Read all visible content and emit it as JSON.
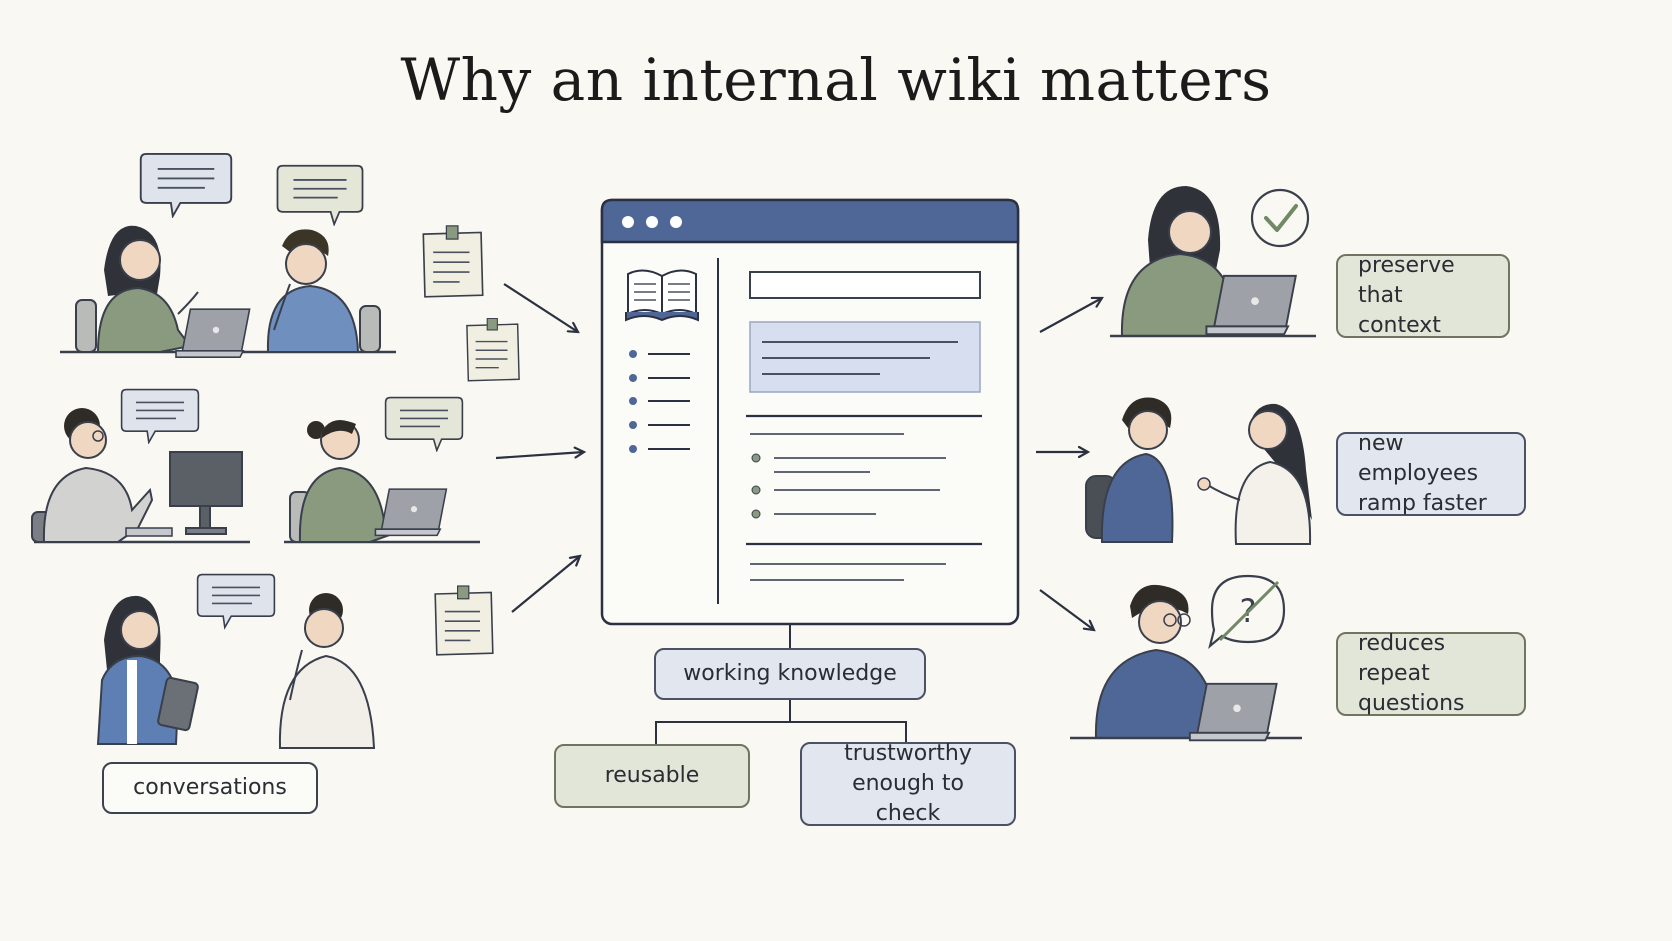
{
  "title": "Why an internal wiki matters",
  "inputs_label": "conversations",
  "hub_label": "working knowledge",
  "qualities": [
    "reusable",
    "trustworthy\nenough to check"
  ],
  "outcomes": [
    {
      "label": "preserve\nthat context",
      "icon": "checkmark-icon"
    },
    {
      "label": "new employees\nramp faster",
      "icon": "conversation-icon"
    },
    {
      "label": "reduces repeat\nquestions",
      "icon": "no-questions-icon"
    }
  ],
  "colors": {
    "ink": "#2b3140",
    "navy": "#4f6797",
    "light_blue": "#d7def0",
    "sage": "#7f9173",
    "green_box": "#e2e6d8",
    "blue_box": "#e1e6ef",
    "paper": "#f9f8f3"
  }
}
